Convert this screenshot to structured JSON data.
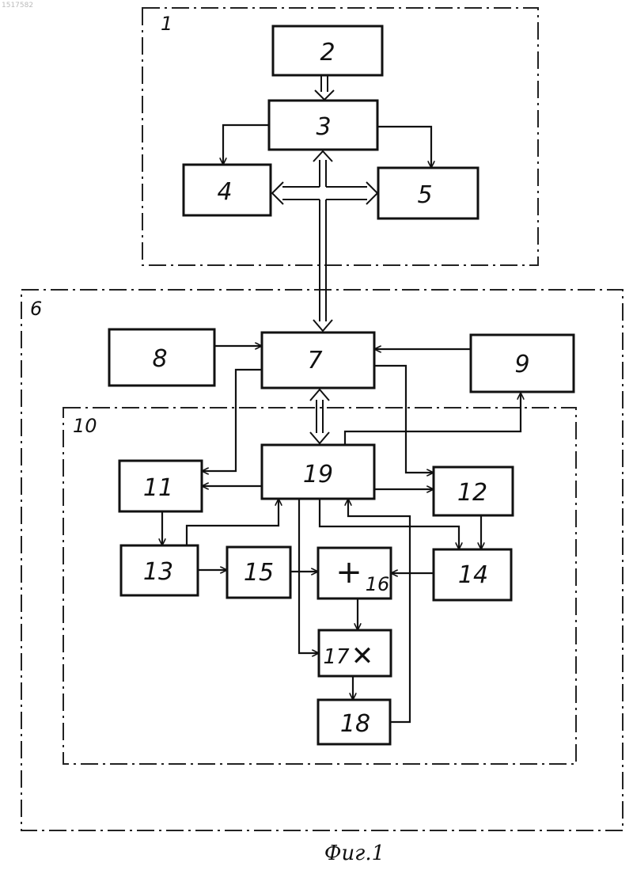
{
  "document_number": "1517582",
  "caption": "Фиг.1",
  "groups": {
    "g1": "1",
    "g6": "6",
    "g10": "10"
  },
  "blocks": {
    "b2": "2",
    "b3": "3",
    "b4": "4",
    "b5": "5",
    "b7": "7",
    "b8": "8",
    "b9": "9",
    "b11": "11",
    "b12": "12",
    "b13": "13",
    "b14": "14",
    "b15": "15",
    "b16": "16",
    "b17": "17",
    "b18": "18",
    "b19": "19"
  },
  "symbols": {
    "sum": "+",
    "mul": "✕"
  }
}
